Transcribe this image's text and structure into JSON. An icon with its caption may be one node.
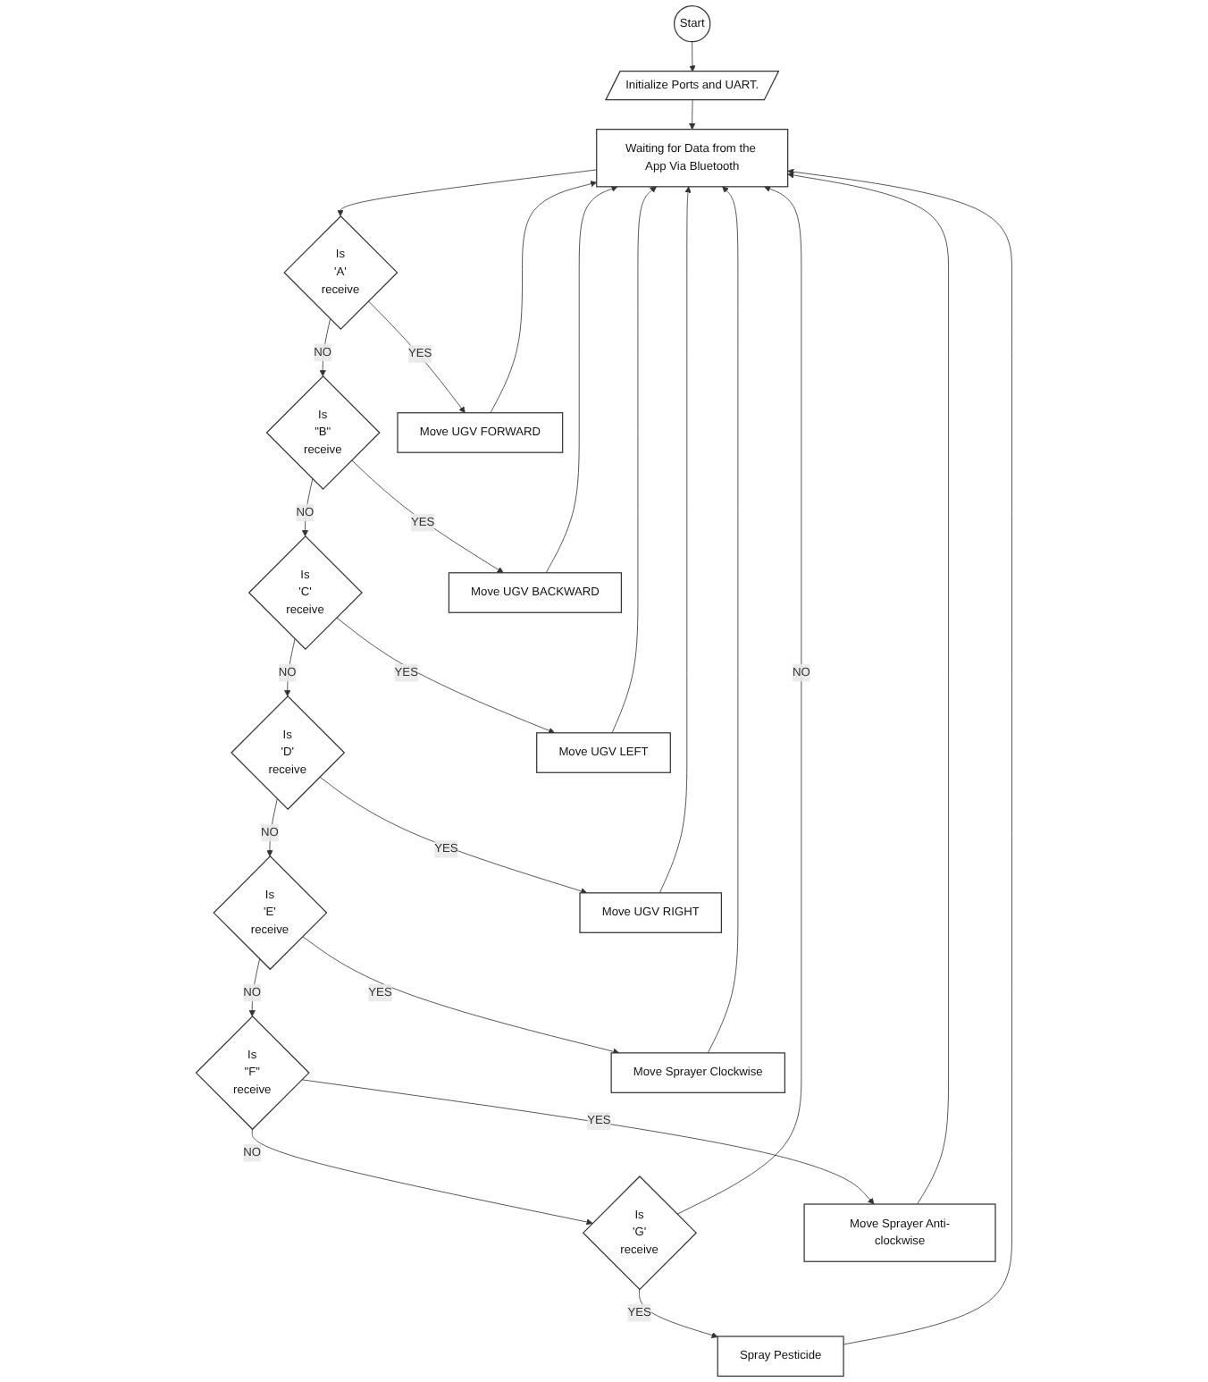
{
  "diagram": {
    "nodes": [
      {
        "text": [
          "Start"
        ]
      },
      {
        "text": [
          "Initialize Ports and UART."
        ]
      },
      {
        "text": [
          "Waiting for Data from the App Via Bluetooth"
        ]
      },
      {
        "text": [
          "Is",
          "'A'",
          "receive"
        ]
      },
      {
        "text": [
          "Is",
          "\"B\"",
          "receive"
        ]
      },
      {
        "text": [
          "Is",
          "'C'",
          "receive"
        ]
      },
      {
        "text": [
          "Is",
          "'D'",
          "receive"
        ]
      },
      {
        "text": [
          "Is",
          "'E'",
          "receive"
        ]
      },
      {
        "text": [
          "Is",
          "\"F\"",
          "receive"
        ]
      },
      {
        "text": [
          "Is",
          "'G'",
          "receive"
        ]
      },
      {
        "text": [
          "Move UGV FORWARD"
        ]
      },
      {
        "text": [
          "Move UGV BACKWARD"
        ]
      },
      {
        "text": [
          "Move UGV LEFT"
        ]
      },
      {
        "text": [
          "Move UGV RIGHT"
        ]
      },
      {
        "text": [
          "Move Sprayer Clockwise"
        ]
      },
      {
        "text": [
          "Move Sprayer Anti-clockwise"
        ]
      },
      {
        "text": [
          "Spray Pesticide"
        ]
      }
    ],
    "edges": [
      {
        "from": 0,
        "to": 1,
        "arrow": "to"
      },
      {
        "from": 1,
        "to": 2,
        "arrow": "to"
      },
      {
        "from": 2,
        "to": 3,
        "arrow": "to"
      },
      {
        "from": 3,
        "to": 4,
        "label": "NO",
        "arrow": "to"
      },
      {
        "from": 4,
        "to": 5,
        "label": "NO",
        "arrow": "to"
      },
      {
        "from": 5,
        "to": 6,
        "label": "NO",
        "arrow": "to"
      },
      {
        "from": 6,
        "to": 7,
        "label": "NO",
        "arrow": "to"
      },
      {
        "from": 7,
        "to": 8,
        "label": "NO",
        "arrow": "to"
      },
      {
        "from": 8,
        "to": 9,
        "label": "NO",
        "arrow": "to"
      },
      {
        "from": 9,
        "to": 2,
        "label": "NO",
        "arrow": "to"
      },
      {
        "from": 3,
        "to": 10,
        "label": "YES",
        "arrow": "to"
      },
      {
        "from": 4,
        "to": 11,
        "label": "YES",
        "arrow": "to"
      },
      {
        "from": 5,
        "to": 12,
        "label": "YES",
        "arrow": "to"
      },
      {
        "from": 6,
        "to": 13,
        "label": "YES",
        "arrow": "to"
      },
      {
        "from": 7,
        "to": 14,
        "label": "YES",
        "arrow": "to"
      },
      {
        "from": 8,
        "to": 15,
        "label": "YES",
        "arrow": "to"
      },
      {
        "from": 9,
        "to": 16,
        "label": "YES",
        "arrow": "to"
      },
      {
        "from": 10,
        "to": 2,
        "arrow": "to"
      },
      {
        "from": 11,
        "to": 2,
        "arrow": "to"
      },
      {
        "from": 12,
        "to": 2,
        "arrow": "to"
      },
      {
        "from": 13,
        "to": 2,
        "arrow": "to"
      },
      {
        "from": 14,
        "to": 2,
        "arrow": "to"
      },
      {
        "from": 15,
        "to": 2,
        "arrow": "to"
      },
      {
        "from": 16,
        "to": 2,
        "arrow": "to"
      }
    ]
  }
}
